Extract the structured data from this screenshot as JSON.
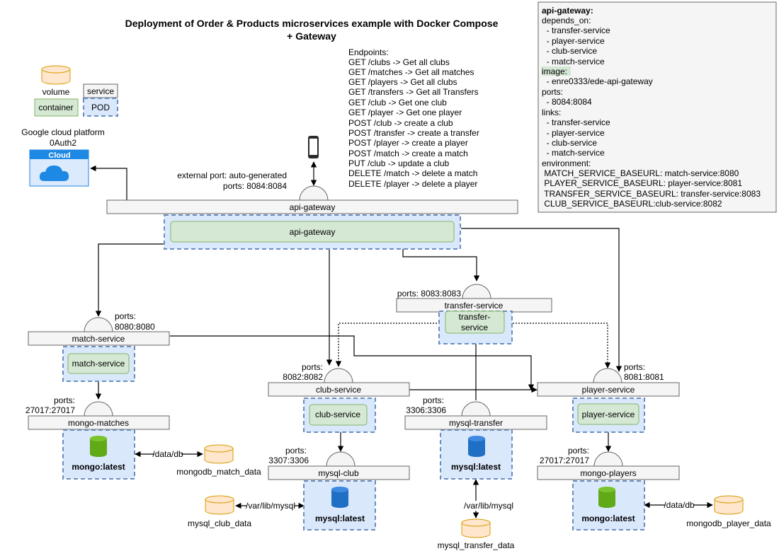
{
  "title_line1": "Deployment of Order & Products microservices example with Docker Compose",
  "title_line2": "+ Gateway",
  "legend": {
    "volume": "volume",
    "service": "service",
    "container": "container",
    "pod": "POD"
  },
  "cloud": {
    "label_line1": "Google cloud platform",
    "label_line2": "0Auth2",
    "badge": "Cloud"
  },
  "endpoints": {
    "header": "Endpoints:",
    "items": [
      "GET /clubs -> Get all clubs",
      "GET /matches -> Get all matches",
      "GET /players -> Get all clubs",
      "GET /transfers -> Get all Transfers",
      "GET /club -> Get one club",
      "GET /player -> Get one player",
      "POST /club -> create a club",
      "POST /transfer -> create a transfer",
      "POST /player -> create a player",
      "POST /match -> create a match",
      "PUT /club -> update a club",
      "DELETE /match -> delete a match",
      "DELETE /player -> delete a player"
    ]
  },
  "gateway": {
    "external_port": "external port: auto-generated",
    "ports": "ports: 8084:8084",
    "service": "api-gateway",
    "container": "api-gateway"
  },
  "config": {
    "title": "api-gateway:",
    "lines": [
      "depends_on:",
      "  - transfer-service",
      "  - player-service",
      "  - club-service",
      "  - match-service",
      "image:",
      "  - enre0333/ede-api-gateway",
      "ports:",
      "  - 8084:8084",
      "links:",
      "  - transfer-service",
      "  - player-service",
      "  - club-service",
      "  - match-service",
      "environment:",
      " MATCH_SERVICE_BASEURL: match-service:8080",
      " PLAYER_SERVICE_BASEURL: player-service:8081",
      " TRANSFER_SERVICE_BASEURL: transfer-service:8083",
      " CLUB_SERVICE_BASEURL:club-service:8082"
    ],
    "highlight_color": "#d5e8d4"
  },
  "transfer": {
    "ports": "ports: 8083:8083",
    "service": "transfer-service",
    "container_l1": "transfer-",
    "container_l2": "service"
  },
  "match": {
    "ports_l1": "ports:",
    "ports_l2": "8080:8080",
    "service": "match-service",
    "container": "match-service"
  },
  "club": {
    "ports_l1": "ports:",
    "ports_l2": "8082:8082",
    "service": "club-service",
    "container": "club-service"
  },
  "player": {
    "ports_l1": "ports:",
    "ports_l2": "8081:8081",
    "service": "player-service",
    "container": "player-service"
  },
  "mongo_matches": {
    "ports_l1": "ports:",
    "ports_l2": "27017:27017",
    "service": "mongo-matches",
    "image": "mongo:latest",
    "mount": "/data/db",
    "volume": "mongodb_match_data"
  },
  "mysql_transfer": {
    "ports_l1": "ports:",
    "ports_l2": "3306:3306",
    "service": "mysql-transfer",
    "image": "mysql:latest",
    "mount": "/var/lib/mysql",
    "volume": "mysql_transfer_data"
  },
  "mysql_club": {
    "ports_l1": "ports:",
    "ports_l2": "3307:3306",
    "service": "mysql-club",
    "image": "mysql:latest",
    "mount": "/var/lib/mysql",
    "volume": "mysql_club_data"
  },
  "mongo_players": {
    "ports_l1": "ports:",
    "ports_l2": "27017:27017",
    "service": "mongo-players",
    "image": "mongo:latest",
    "mount": "/data/db",
    "volume": "mongodb_player_data"
  },
  "colors": {
    "pod_fill": "#dae8fc",
    "container_fill": "#d5e8d4",
    "volume_fill": "#ffe6cc",
    "mongo_green": "#60a917",
    "mysql_blue": "#1f6fc5",
    "cloud_blue": "#1e88e5"
  }
}
